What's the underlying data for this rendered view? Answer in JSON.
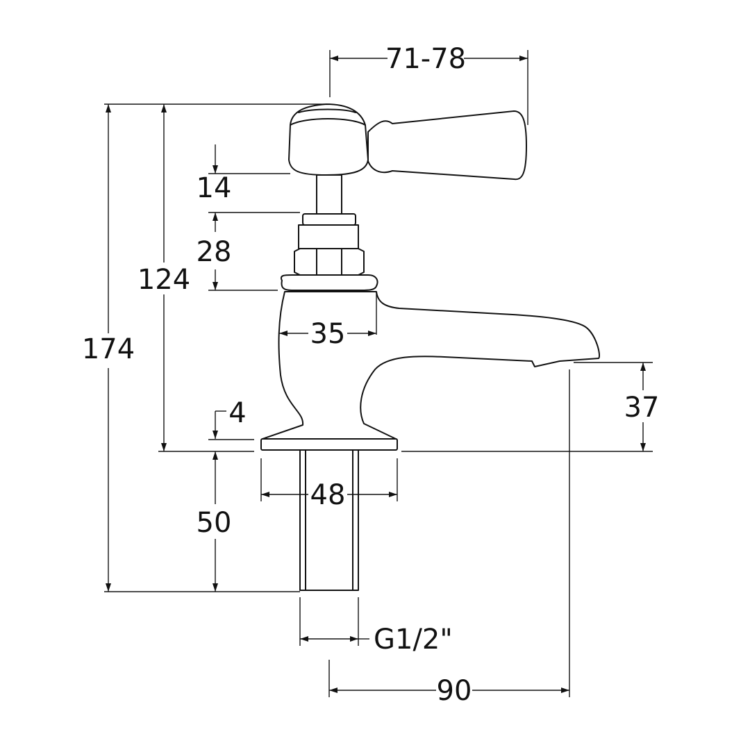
{
  "drawing": {
    "dimensions": {
      "handle_reach": "71-78",
      "overall_height": "174",
      "height_above_deck": "124",
      "handle_clearance": "14",
      "headwork_height": "28",
      "body_width": "35",
      "flange_thickness": "4",
      "spout_height": "37",
      "flange_diameter": "48",
      "shank_length": "50",
      "thread_size": "G1/2\"",
      "spout_projection": "90"
    }
  }
}
